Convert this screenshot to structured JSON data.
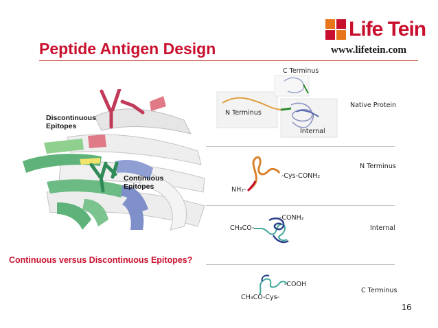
{
  "slide": {
    "title": "Peptide Antigen Design",
    "logo_text": "Life Tein",
    "logo_url": "www.lifetein.com",
    "page_number": "16",
    "question": "Continuous versus Discontinuous Epitopes?"
  },
  "protein_figure": {
    "discontinuous_label_line1": "Discontinuous",
    "discontinuous_label_line2": "Epitopes",
    "continuous_label_line1": "Continuous",
    "continuous_label_line2": "Epitopes"
  },
  "native_panel": {
    "c_terminus": "C Terminus",
    "n_terminus": "N Terminus",
    "internal": "Internal",
    "side_label": "Native Protein"
  },
  "rows": [
    {
      "side_label": "N Terminus",
      "left_text": "NH₂-",
      "right_text": "-Cys-CONH₂"
    },
    {
      "side_label": "Internal",
      "left_text": "CH₃CO-",
      "right_text": "-CONH₂"
    },
    {
      "side_label": "C Terminus",
      "left_text": "CH₃CO-Cys-",
      "right_text": "-COOH"
    }
  ],
  "colors": {
    "accent_red": "#c8102e",
    "logo_orange": "#e8751a",
    "helix_green": "#5fb37a",
    "helix_blue": "#7e8fc9"
  }
}
